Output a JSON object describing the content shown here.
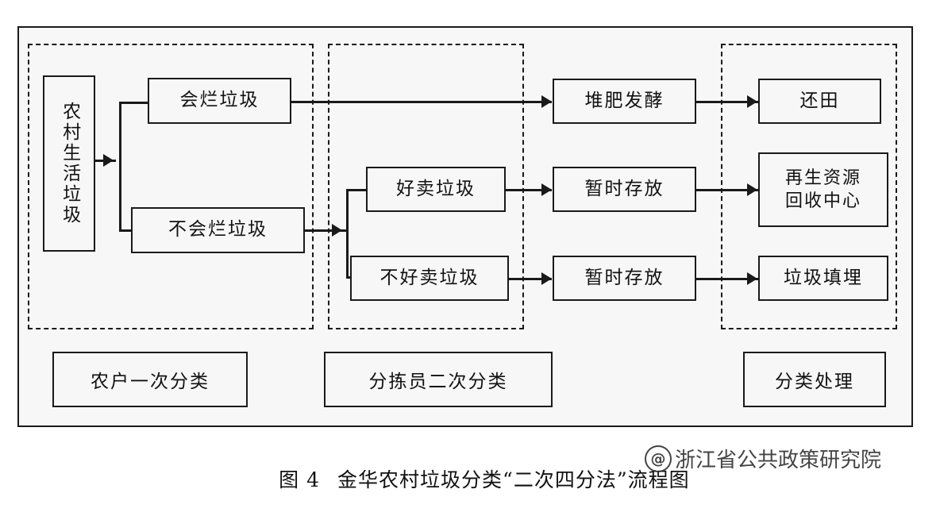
{
  "figure": {
    "caption_index": "图 4",
    "caption_text": "金华农村垃圾分类“二次四分法”流程图"
  },
  "watermark": {
    "at_symbol": "@",
    "text": "浙江省公共政策研究院"
  },
  "stages": [
    {
      "key": "household",
      "label": "农户一次分类"
    },
    {
      "key": "sorter",
      "label": "分拣员二次分类"
    },
    {
      "key": "treatment",
      "label": "分类处理"
    }
  ],
  "nodes": {
    "source": "农村生活垃圾",
    "rottable": "会烂垃圾",
    "non_rottable": "不会烂垃圾",
    "sellable": "好卖垃圾",
    "non_sellable": "不好卖垃圾",
    "compost": "堆肥发酵",
    "temp_storage_1": "暂时存放",
    "temp_storage_2": "暂时存放",
    "return_to_field": "还田",
    "recycle_center": "再生资源\n回收中心",
    "landfill": "垃圾填埋"
  },
  "colors": {
    "ink": "#1a1a1a",
    "panel_fill": "#f7f7f7",
    "page": "#ffffff"
  }
}
